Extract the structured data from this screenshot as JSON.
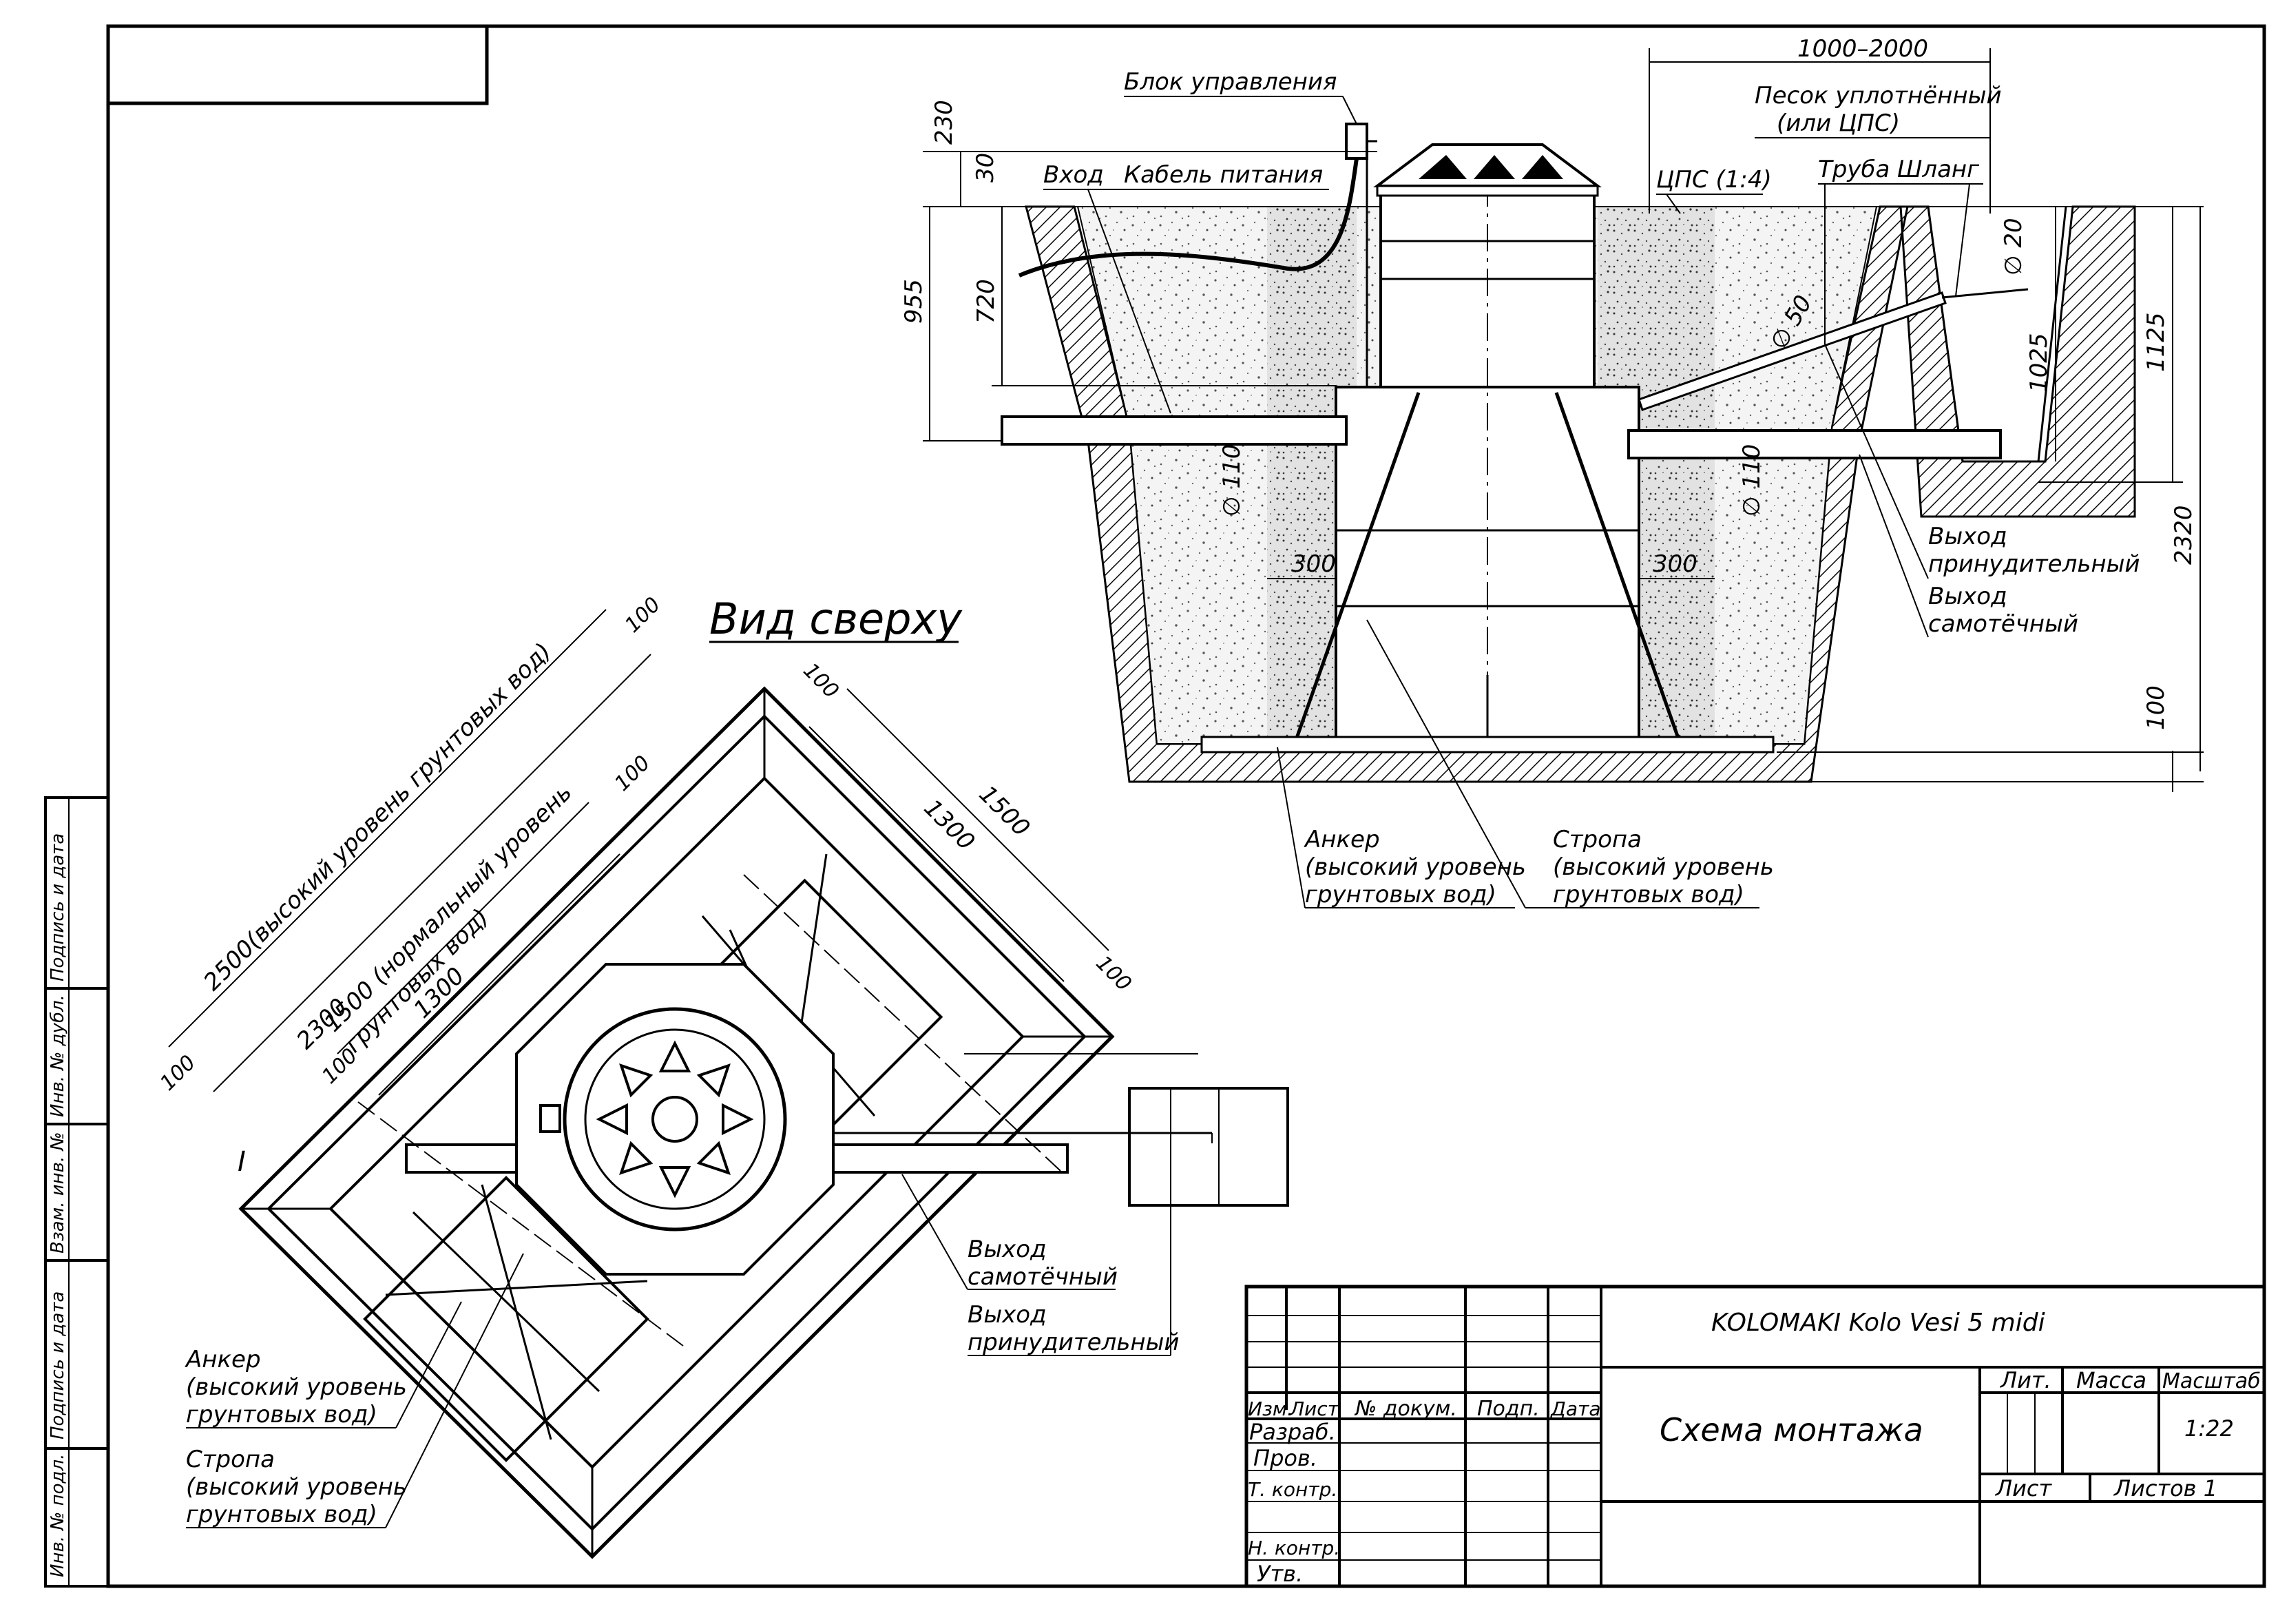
{
  "title_block": {
    "product": "KOLOMAKI Kolo Vesi 5 midi",
    "drawing_name": "Схема монтажа",
    "headers": {
      "izm": "Изм.",
      "list": "Лист",
      "doc": "№ докум.",
      "sign": "Подп.",
      "date": "Дата"
    },
    "rows": [
      "Разраб.",
      "Пров.",
      "Т. контр.",
      "Н. контр.",
      "Утв."
    ],
    "lit": "Лит.",
    "mass": "Масса",
    "scale_label": "Масштаб",
    "scale": "1:22",
    "sheet": "Лист",
    "sheets": "Листов 1"
  },
  "side_stamp": [
    "Инв. № подл.",
    "Подпись и дата",
    "Взам. инв. №",
    "Инв. № дубл.",
    "Подпись и дата"
  ],
  "section": {
    "control": "Блок управления",
    "inlet": "Вход",
    "cable": "Кабель питания",
    "sand1": "Песок уплотнённый",
    "sand2": "(или ЦПС)",
    "cps": "ЦПС (1:4)",
    "pipe": "Труба",
    "hose": "Шланг",
    "out_forced1": "Выход",
    "out_forced2": "принудительный",
    "out_gravity1": "Выход",
    "out_gravity2": "самотёчный",
    "anchor": [
      "Анкер",
      "(высокий уровень",
      "грунтовых вод)"
    ],
    "sling": [
      "Стропа",
      "(высокий уровень",
      "грунтовых вод)"
    ],
    "dims": {
      "d1000": "1000–2000",
      "d230": "230",
      "d30": "30",
      "d955": "955",
      "d720": "720",
      "d110a": "∅ 110",
      "d110b": "∅ 110",
      "d300a": "300",
      "d300b": "300",
      "d50": "∅ 50",
      "d20": "∅ 20",
      "d1025": "1025",
      "d1125": "1125",
      "d2320": "2320",
      "d100": "100"
    }
  },
  "top_view": {
    "heading": "Вид сверху",
    "dims": {
      "a": "2500(высокий уровень грунтовых вод)",
      "b": "2300",
      "c": "1500 (нормальный уровень",
      "c2": "грунтовых вод)",
      "d": "1300",
      "e": "1500",
      "f": "1300",
      "g100": "100"
    },
    "out_gravity": [
      "Выход",
      "самотёчный"
    ],
    "out_forced": [
      "Выход",
      "принудительный"
    ],
    "anchor": [
      "Анкер",
      "(высокий уровень",
      "грунтовых вод)"
    ],
    "sling": [
      "Стропа",
      "(высокий уровень",
      "грунтовых вод)"
    ],
    "mark": "I"
  }
}
